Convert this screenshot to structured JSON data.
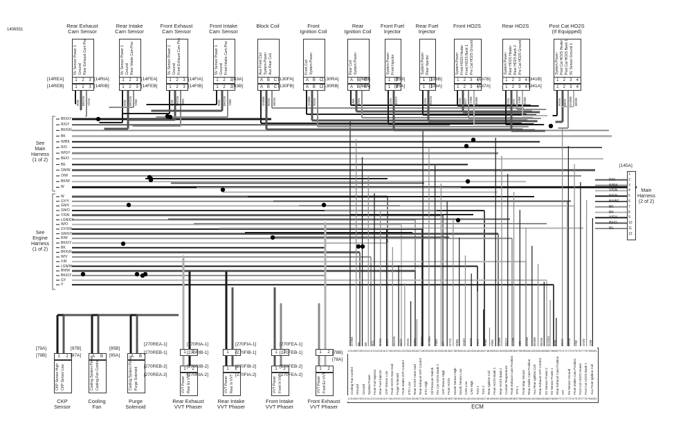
{
  "doc_id": "1406931",
  "top_components": [
    {
      "name": "Rear Exhaust\nCam Sensor",
      "conn": [
        "[14REA]",
        "[14REB]"
      ],
      "pins": [
        "1",
        "2",
        "3"
      ],
      "circuits": [
        "5V Sensor Power 1",
        "Ground",
        "Rear Exhaust Cam Pos"
      ]
    },
    {
      "name": "Rear Intake\nCam Sensor",
      "conn": [
        "[14RIA]",
        "[14RIB]"
      ],
      "pins": [
        "1",
        "2",
        "3"
      ],
      "circuits": [
        "5V Sensor Power 1",
        "Ground",
        "Rear Intake Cam Pos"
      ]
    },
    {
      "name": "Front Exhaust\nCam Sensor",
      "conn": [
        "[14FEA]",
        "[14FEB]"
      ],
      "pins": [
        "1",
        "2",
        "3"
      ],
      "circuits": [
        "5V Sensor Power 1",
        "Ground",
        "Front Exhaust Cam Pos"
      ]
    },
    {
      "name": "Front Intake\nCam Sensor",
      "conn": [
        "[14FIA]",
        "[14FIB]"
      ],
      "pins": [
        "1",
        "2",
        "3"
      ],
      "circuits": [
        "5V Sensor Power 1",
        "Ground",
        "Front Intake Cam Pos"
      ]
    },
    {
      "name": "Block Coil",
      "conn": [
        "[83A]",
        "[83B]"
      ],
      "pins": [
        "A",
        "B",
        "C"
      ],
      "circuits": [
        "Aux Front Coil",
        "System Power",
        "Aux Rear Coil"
      ]
    },
    {
      "name": "Front\nIgnition Coil",
      "conn": [
        "[130FA]",
        "[130FB]"
      ],
      "pins": [
        "A",
        "B",
        "C"
      ],
      "circuits": [
        "Front Coil",
        "System Power"
      ]
    },
    {
      "name": "Rear\nIgnition Coil",
      "conn": [
        "[130RA]",
        "[130RB]"
      ],
      "pins": [
        "A",
        "B",
        "C"
      ],
      "circuits": [
        "Rear Coil",
        "System Power"
      ]
    },
    {
      "name": "Front Fuel\nInjector",
      "conn": [
        "[84B]",
        "[84A]"
      ],
      "pins": [
        "1",
        "2"
      ],
      "circuits": [
        "System Power",
        "Front Injector"
      ]
    },
    {
      "name": "Rear Fuel\nInjector",
      "conn": [
        "[85B]",
        "[85A]"
      ],
      "pins": [
        "1",
        "2"
      ],
      "circuits": [
        "System Power",
        "Rear Injector"
      ]
    },
    {
      "name": "Front HO2S",
      "conn": [
        "[138B]",
        "[138A]"
      ],
      "pins": [
        "1",
        "2",
        "3",
        "4"
      ],
      "circuits": [
        "System Power",
        "Front HO2S Heater",
        "Front HO2S Bank 1",
        "Pre Cat HO2S Ground"
      ]
    },
    {
      "name": "Rear HO2S",
      "conn": [
        "[137B]",
        "[137A]"
      ],
      "pins": [
        "1",
        "2",
        "3",
        "4"
      ],
      "circuits": [
        "System Power",
        "Rear HO2S Heater",
        "Rear HO2S Bank 2",
        "Pre Cat HO2S Ground"
      ]
    },
    {
      "name": "Post Cat HO2S\n(If Equipped)",
      "conn": [
        "[341B]",
        "[341A]"
      ],
      "pins": [
        "1",
        "2",
        "3",
        "4"
      ],
      "circuits": [
        "System Power",
        "Post Cat HO2S Heater",
        "Post Cat HO2S Bank 1",
        "5V Sensor Ground 1"
      ]
    }
  ],
  "bottom_components": [
    {
      "name": "CKP\nSensor",
      "conn": [
        "[79A]",
        "[79B]"
      ],
      "pins": [
        "1",
        "2"
      ],
      "circuits": [
        "CKP Sensor High",
        "CKP Sensor Low"
      ]
    },
    {
      "name": "Cooling\nFan",
      "conn": [
        "[97B]",
        "[97A]"
      ],
      "pins": [
        "A",
        "B"
      ],
      "circuits": [
        "Cooling System Power",
        "Cooling Fan Control"
      ]
    },
    {
      "name": "Purge\nSolenoid",
      "conn": [
        "[95B]",
        "[95A]"
      ],
      "pins": [
        "A",
        "B"
      ],
      "circuits": [
        "Cooling System Power",
        "Purge Solenoid"
      ]
    },
    {
      "name": "Rear Exhaust\nVVT Phaser",
      "conn": [
        "[270REA-1]",
        "[270REB-1]",
        "[270REB-2]",
        "[270REA-2]"
      ],
      "pins": [
        "1",
        "2"
      ],
      "circuits": [
        "VVT Power",
        "Rear Ex VVT"
      ]
    },
    {
      "name": "Rear Intake\nVVT Phaser",
      "conn": [
        "[270RIA-1]",
        "[270RIB-1]",
        "[270RIB-2]",
        "[270RIA-2]"
      ],
      "pins": [
        "1",
        "2"
      ],
      "circuits": [
        "VVT Power",
        "Rear In VVT"
      ]
    },
    {
      "name": "Front Intake\nVVT Phaser",
      "conn": [
        "[270FIA-1]",
        "[270FIB-1]",
        "[270FIB-2]",
        "[270FIA-2]"
      ],
      "pins": [
        "1",
        "2"
      ],
      "circuits": [
        "VVT Power",
        "Front In VVT"
      ]
    },
    {
      "name": "Front Exhaust\nVVT Phaser",
      "conn": [
        "[270FEA-1]",
        "[270FEB-1]",
        "[270FEB-2]",
        "[270FEA-2]"
      ],
      "pins": [
        "1",
        "2"
      ],
      "circuits": [
        "VVT Power",
        "Front Ex VVT"
      ]
    }
  ],
  "left_main": {
    "label": "See\nMain\nHarness\n(1 of 2)",
    "wires": [
      "BK/GY",
      "R/GY",
      "BK/GN",
      "BK",
      "W/BK",
      "R/O",
      "W/GY",
      "BE/O",
      "BE",
      "GN/W",
      "O/W",
      "BK/W",
      "W"
    ]
  },
  "left_engine": {
    "label": "See\nEngine\nHarness\n(1 of 2)",
    "wires": [
      "W",
      "GY/Y",
      "GN/V",
      "GN/O",
      "Y/GN",
      "LGN/GY",
      "W/O",
      "GY/GN",
      "GN/GY",
      "R/W",
      "BK/GY",
      "BK",
      "BK/GN",
      "W/V",
      "Y/R",
      "LGN/W",
      "BN/W",
      "BK/GY",
      "GY",
      "V"
    ]
  },
  "right_main": {
    "conn": "[145A]",
    "label": "Main\nHarness\n(2 of 2)",
    "wires": [
      "",
      "R/O",
      "W/BK",
      "V/GN",
      "R/GN",
      "BN/BE",
      "BK",
      "BK",
      "Y/GY",
      "BE/O",
      "BE",
      "",
      ""
    ],
    "pins": [
      "1",
      "2",
      "3",
      "4",
      "5",
      "6",
      "7",
      "8",
      "9",
      "10",
      "11",
      "12"
    ]
  },
  "ecm": {
    "label": "ECM",
    "conn_b": "[78B]",
    "conn_a": "[78A]",
    "functions": [
      "Cooling Fan Control",
      "Ground",
      "Ground",
      "System Power",
      "Front Fuel Injector",
      "Rear Fuel Injector",
      "CKP Sensor Low",
      "Front HO2S Heat Gnd",
      "Purge Solenoid",
      "Front Intake VVT Control",
      "ETC Low",
      "Rear HO2S Heat Gnd",
      "Rear Exhaust VVT Control",
      "ETC High",
      "Oil Pressure Switch",
      "Pre Cat HO2S Bank 2",
      "CKP Sensor High",
      "Front HO2S",
      "Knock Sensor High",
      "Knock Sensor Low",
      "CAN Low",
      "CAN High",
      "TGS 1",
      "TGS 2",
      "Rear Ignition Coil",
      "Front HO2S Bank 1",
      "Rear HO2S Bank 2",
      "Coolant Temperature",
      "Front Exhaust Cam Position",
      "TPS 1",
      "Front Map Sensor",
      "Rear Intake Cam Position",
      "Aux Rear Ignition Coil",
      "Rear Exhaust VVT Control",
      "5V Sensor Power 2",
      "5V Sensor Power 1",
      "Rear Exhaust Cam Position",
      "IAT",
      "5V Sensor Ground",
      "Front Intake Cam Position",
      "Post Cat HO2S Heater",
      "Post Cat HO2S Bank 1",
      "Aux Front Ignition Coil"
    ],
    "pins_top": [
      "1",
      "2",
      "3",
      "4",
      "5",
      "6",
      "7",
      "8",
      "9",
      "10",
      "11",
      "12",
      "13",
      "14",
      "15",
      "16",
      "17",
      "18",
      "19",
      "20",
      "21",
      "22",
      "23",
      "24",
      "25",
      "26",
      "27",
      "28",
      "29",
      "30",
      "31",
      "32",
      "33",
      "34",
      "35",
      "36",
      "37",
      "38",
      "39",
      "40",
      "41",
      "42",
      "43",
      "44",
      "45",
      "46",
      "47",
      "48",
      "49",
      "50",
      "51",
      "52",
      "53",
      "54",
      "55",
      "56",
      "57",
      "58",
      "59",
      "60",
      "61",
      "62",
      "63",
      "64",
      "65",
      "66",
      "67",
      "68",
      "69",
      "70",
      "71",
      "72",
      "73",
      "74",
      "75",
      "76",
      "77",
      "78",
      "79",
      "80",
      "81"
    ],
    "wire_colors": [
      "GY/BK",
      "BK",
      "BK",
      "R/O",
      "R/GN",
      "GN/Y",
      "BK/GN",
      "BK/O",
      "V/GN",
      "W/BK",
      "BE/GN",
      "GY/BN",
      "Y/BN",
      "V/Y",
      "GY/O",
      "R/BK",
      "GN/O",
      "BK/W",
      "Y/GY",
      "R/BE",
      "V/BK",
      "GN/W",
      "W/GY",
      "GY/W",
      "Y/R",
      "BN/BE",
      "BK/BE",
      "W/GN",
      "GY/GN",
      "R/W",
      "BE/O",
      "V/GN",
      "Y/W",
      "GN/V",
      "O/W"
    ]
  },
  "top_wire_colors": {
    "rear_exhaust_cam": [
      "R/W",
      "BK/GN",
      "Y/GN"
    ],
    "rear_intake_cam": [
      "R/W",
      "BK/GN",
      "Y/BE"
    ],
    "front_exhaust_cam": [
      "R/W",
      "BK/GN",
      "Y/BN"
    ],
    "front_intake_cam": [
      "R/W",
      "BK/GN",
      "Y/BE"
    ],
    "block_coil": [
      "GN/BE",
      "R/GN",
      "W/GN"
    ],
    "front_ign": [
      "GN/BE",
      "R/GN"
    ],
    "rear_ign": [
      "O/BE",
      "R/GN"
    ],
    "front_inj": [
      "R/GN",
      "BK/GY"
    ],
    "rear_inj": [
      "R/GN",
      "BK/GN"
    ],
    "front_ho2s": [
      "R/GN",
      "BK/O",
      "GY/BE",
      "BK/BE"
    ],
    "rear_ho2s": [
      "R/GN",
      "BK/V",
      "GY/BE",
      "BK/BE"
    ],
    "post_ho2s": [
      "R/GN",
      "BK/V",
      "GN/BE",
      "BK/W"
    ]
  },
  "colors": {
    "wire_dark": "#1a1a1a",
    "wire_mid": "#555555",
    "wire_light": "#8a8a8a",
    "wire_pale": "#b0b0b0",
    "splice": "#000000",
    "box": "#333333"
  }
}
